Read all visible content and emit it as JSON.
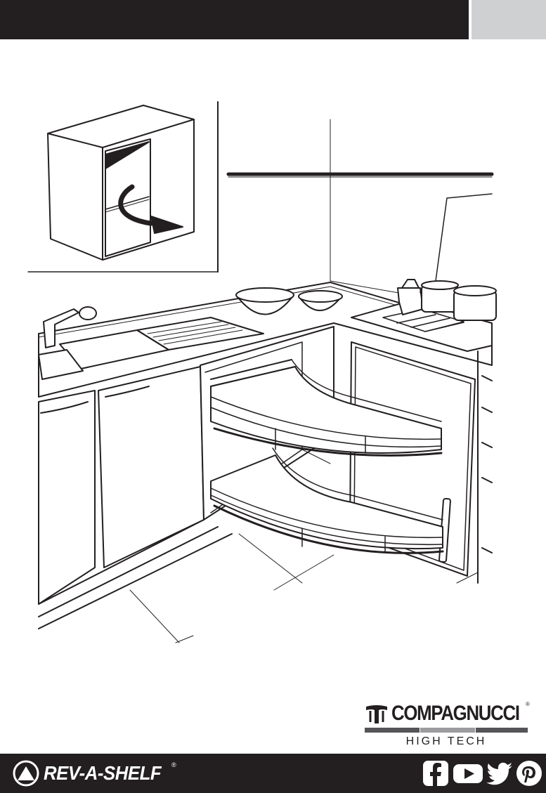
{
  "header": {
    "bar_color": "#231f20",
    "tab_color": "#cfd0d1"
  },
  "brand_compagnucci": {
    "name": "COMPAGNUCCI",
    "registered": "®",
    "subtitle": "HIGH TECH"
  },
  "footer": {
    "brand_name": "REV-A-SHELF",
    "registered": "®",
    "social_icons": [
      "facebook-icon",
      "youtube-icon",
      "twitter-icon",
      "pinterest-icon"
    ]
  }
}
